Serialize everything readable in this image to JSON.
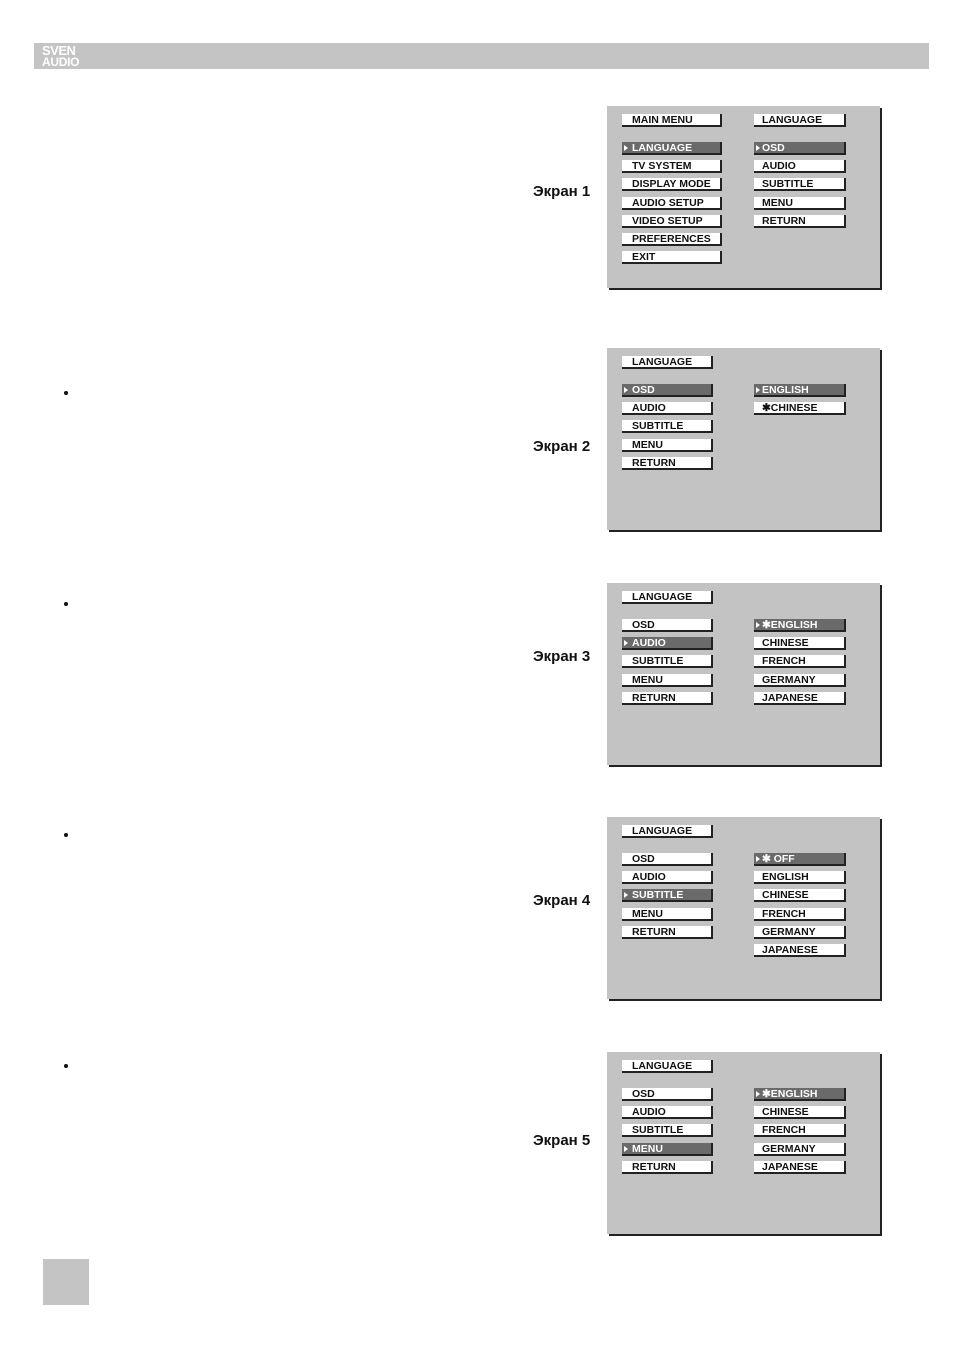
{
  "header": {
    "brand_top": "SVEN",
    "brand_bottom": "AUDIO"
  },
  "screens": [
    {
      "label": "Экран 1",
      "left_col": [
        "MAIN MENU",
        "LANGUAGE",
        "TV SYSTEM",
        "DISPLAY MODE",
        "AUDIO SETUP",
        "VIDEO SETUP",
        "PREFERENCES",
        "EXIT"
      ],
      "left_selected": 1,
      "right_col": [
        "LANGUAGE",
        "OSD",
        "AUDIO",
        "SUBTITLE",
        "MENU",
        "RETURN"
      ],
      "right_selected": 1
    },
    {
      "label": "Экран 2",
      "left_col": [
        "LANGUAGE",
        "OSD",
        "AUDIO",
        "SUBTITLE",
        "MENU",
        "RETURN"
      ],
      "left_selected": 1,
      "right_col": [
        "ENGLISH",
        "✱CHINESE"
      ],
      "right_selected": 0
    },
    {
      "label": "Экран 3",
      "left_col": [
        "LANGUAGE",
        "OSD",
        "AUDIO",
        "SUBTITLE",
        "MENU",
        "RETURN"
      ],
      "left_selected": 2,
      "right_col": [
        "✱ENGLISH",
        "CHINESE",
        "FRENCH",
        "GERMANY",
        "JAPANESE"
      ],
      "right_selected": 0
    },
    {
      "label": "Экран 4",
      "left_col": [
        "LANGUAGE",
        "OSD",
        "AUDIO",
        "SUBTITLE",
        "MENU",
        "RETURN"
      ],
      "left_selected": 3,
      "right_col": [
        "✱ OFF",
        "ENGLISH",
        "CHINESE",
        "FRENCH",
        "GERMANY",
        "JAPANESE"
      ],
      "right_selected": 0
    },
    {
      "label": "Экран 5",
      "left_col": [
        "LANGUAGE",
        "OSD",
        "AUDIO",
        "SUBTITLE",
        "MENU",
        "RETURN"
      ],
      "left_selected": 4,
      "right_col": [
        "✱ENGLISH",
        "CHINESE",
        "FRENCH",
        "GERMANY",
        "JAPANESE"
      ],
      "right_selected": 0
    }
  ],
  "colors": {
    "panel": "#c3c3c3",
    "selected": "#6a6a6a",
    "header": "#c4c4c4"
  }
}
